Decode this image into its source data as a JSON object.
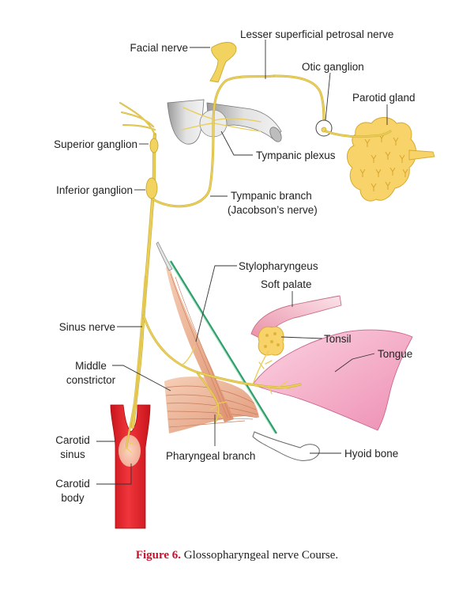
{
  "labels": {
    "facial_nerve": "Facial nerve",
    "lesser_petrosal": "Lesser superficial petrosal nerve",
    "otic_ganglion": "Otic ganglion",
    "parotid_gland": "Parotid gland",
    "superior_ganglion": "Superior ganglion",
    "inferior_ganglion": "Inferior ganglion",
    "tympanic_plexus": "Tympanic plexus",
    "tympanic_branch_1": "Tympanic branch",
    "tympanic_branch_2": "(Jacobson’s nerve)",
    "stylopharyngeus": "Stylopharyngeus",
    "soft_palate": "Soft palate",
    "sinus_nerve": "Sinus nerve",
    "tonsil": "Tonsil",
    "tongue": "Tongue",
    "middle_constrictor_1": "Middle",
    "middle_constrictor_2": "constrictor",
    "carotid_sinus_1": "Carotid",
    "carotid_sinus_2": "sinus",
    "pharyngeal_branch": "Pharyngeal branch",
    "hyoid_bone": "Hyoid bone",
    "carotid_body_1": "Carotid",
    "carotid_body_2": "body"
  },
  "caption": {
    "figure_number": "Figure 6.",
    "text": " Glossopharyngeal nerve Course."
  },
  "colors": {
    "nerve": "#e9cf5a",
    "gland": "#f7d36a",
    "artery": "#e5232b",
    "muscle": "#e7a98a",
    "tongue": "#f2a9c4",
    "bone": "#d7d7d7",
    "caption_accent": "#c8102e"
  }
}
